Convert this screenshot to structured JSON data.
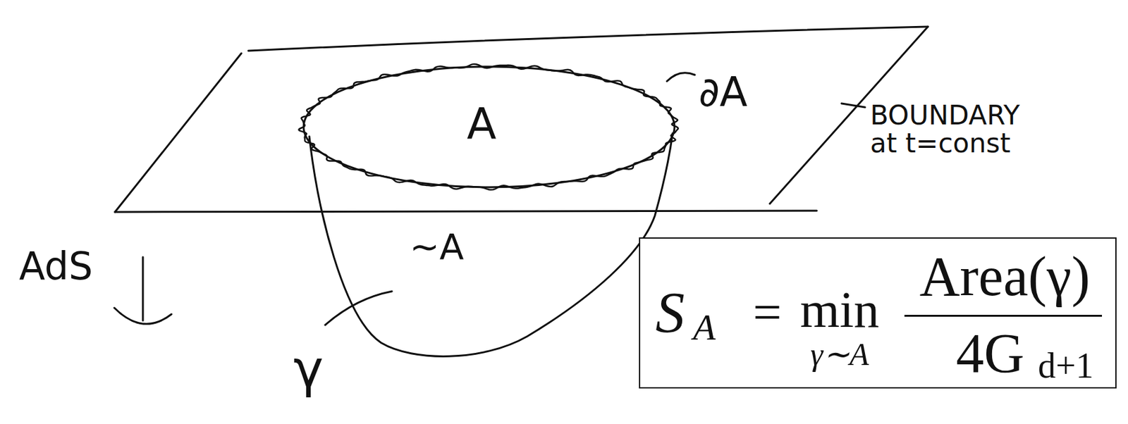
{
  "diagram": {
    "nodes": [
      {
        "text": [
          "S",
          "A",
          "=",
          "min",
          "γ∼A",
          "Area(γ)",
          "4G",
          "d+1"
        ]
      }
    ],
    "labels": [
      "A",
      "∂A",
      "BOUNDARY at t=const",
      "∼A",
      "AdS",
      "γ"
    ]
  }
}
